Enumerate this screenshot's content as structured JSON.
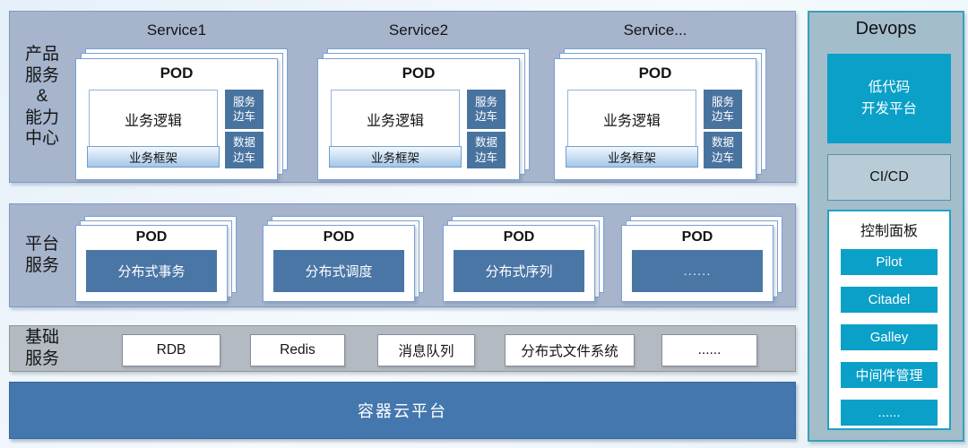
{
  "colors": {
    "accent_teal": "#0aa0c8",
    "steel_blue": "#4377ad",
    "band_blue": "#a6b4cc",
    "band_gray": "#b4bac2",
    "sidecar_blue": "#49739f"
  },
  "bands": {
    "products": {
      "label_lines": [
        "产品",
        "服务",
        "&",
        "能力",
        "中心"
      ],
      "services": [
        {
          "title": "Service1",
          "pod": {
            "label": "POD",
            "logic": "业务逻辑",
            "framework": "业务框架",
            "sidecars": [
              {
                "l1": "服务",
                "l2": "边车"
              },
              {
                "l1": "数据",
                "l2": "边车"
              }
            ]
          }
        },
        {
          "title": "Service2",
          "pod": {
            "label": "POD",
            "logic": "业务逻辑",
            "framework": "业务框架",
            "sidecars": [
              {
                "l1": "服务",
                "l2": "边车"
              },
              {
                "l1": "数据",
                "l2": "边车"
              }
            ]
          }
        },
        {
          "title": "Service...",
          "pod": {
            "label": "POD",
            "logic": "业务逻辑",
            "framework": "业务框架",
            "sidecars": [
              {
                "l1": "服务",
                "l2": "边车"
              },
              {
                "l1": "数据",
                "l2": "边车"
              }
            ]
          }
        }
      ]
    },
    "platform": {
      "label_lines": [
        "平台",
        "服务"
      ],
      "pods": [
        {
          "label": "POD",
          "content": "分布式事务"
        },
        {
          "label": "POD",
          "content": "分布式调度"
        },
        {
          "label": "POD",
          "content": "分布式序列"
        },
        {
          "label": "POD",
          "content": "......"
        }
      ]
    },
    "infra": {
      "label_lines": [
        "基础",
        "服务"
      ],
      "items": [
        "RDB",
        "Redis",
        "消息队列",
        "分布式文件系统",
        "......"
      ]
    },
    "container_platform": {
      "label": "容器云平台"
    }
  },
  "devops": {
    "title": "Devops",
    "lowcode": {
      "line1": "低代码",
      "line2": "开发平台"
    },
    "cicd_label": "CI/CD",
    "control_panel": {
      "title": "控制面板",
      "buttons": [
        "Pilot",
        "Citadel",
        "Galley",
        "中间件管理",
        "......"
      ]
    }
  }
}
